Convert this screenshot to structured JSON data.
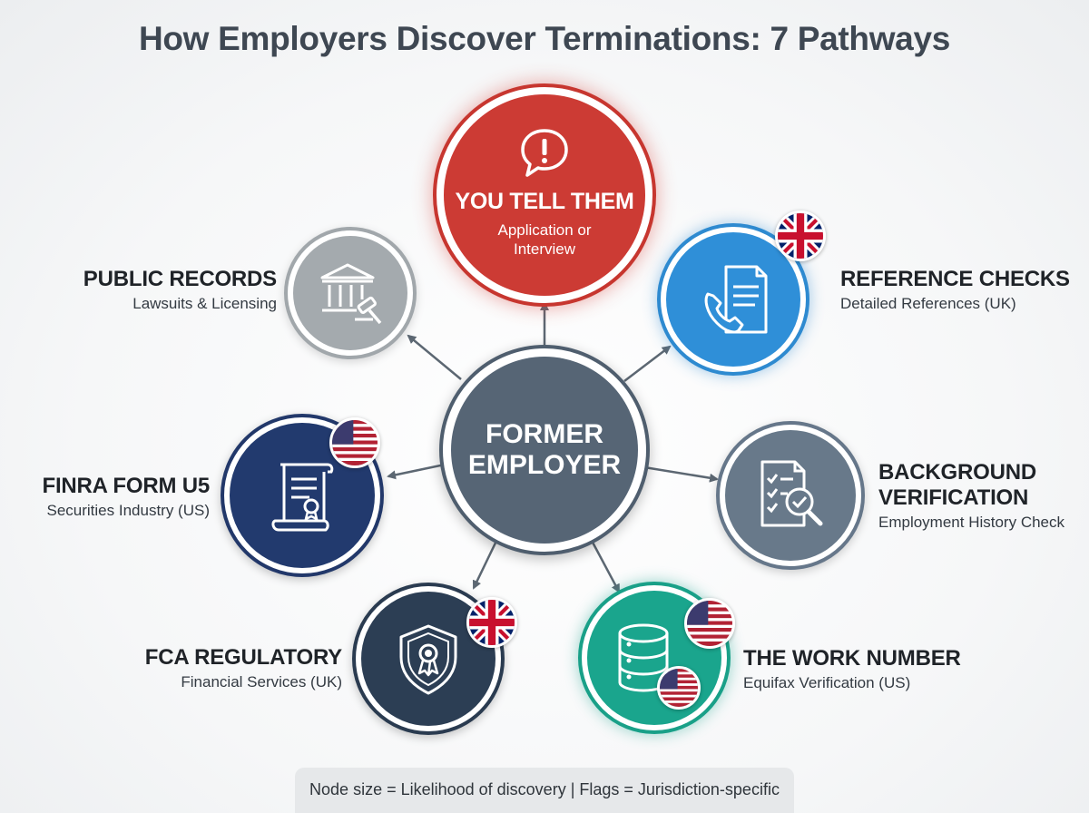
{
  "title": "How Employers Discover Terminations: 7 Pathways",
  "center": {
    "line1": "FORMER",
    "line2": "EMPLOYER"
  },
  "nodes": {
    "you_tell_them": {
      "title": "YOU TELL THEM",
      "sub_line1": "Application or",
      "sub_line2": "Interview",
      "color": "#cc3b34",
      "icon": "alert-speech-bubble-icon"
    },
    "reference_checks": {
      "title": "REFERENCE CHECKS",
      "sub": "Detailed References (UK)",
      "color": "#2f8fd8",
      "icon": "phone-document-icon",
      "flag": "uk-flag"
    },
    "background_verification": {
      "title_line1": "BACKGROUND",
      "title_line2": "VERIFICATION",
      "sub": "Employment History Check",
      "color": "#68798a",
      "icon": "checklist-magnifier-icon"
    },
    "work_number": {
      "title": "THE WORK NUMBER",
      "sub": "Equifax Verification (US)",
      "color": "#1aa58d",
      "icon": "database-icon",
      "flag": "us-flag"
    },
    "fca_regulatory": {
      "title": "FCA REGULATORY",
      "sub": "Financial Services (UK)",
      "color": "#2c3e54",
      "icon": "shield-badge-icon",
      "flag": "uk-flag"
    },
    "finra_form_u5": {
      "title": "FINRA FORM U5",
      "sub": "Securities Industry (US)",
      "color": "#223a6e",
      "icon": "certificate-scroll-icon",
      "flag": "us-flag"
    },
    "public_records": {
      "title": "PUBLIC RECORDS",
      "sub": "Lawsuits & Licensing",
      "color": "#a4aaae",
      "icon": "courthouse-gavel-icon"
    }
  },
  "footer": "Node size = Likelihood of discovery | Flags = Jurisdiction-specific"
}
